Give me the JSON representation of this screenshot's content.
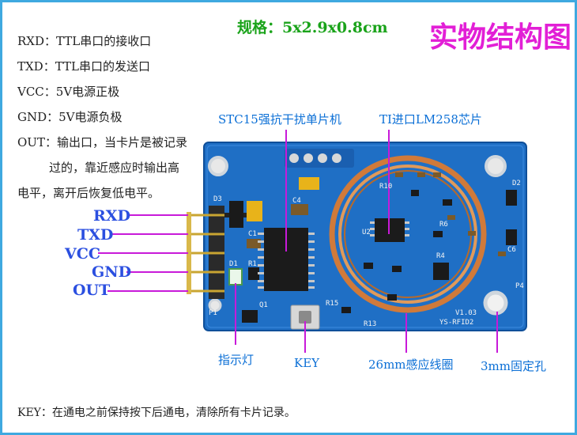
{
  "spec": "规格：5x2.9x0.8cm",
  "title": "实物结构图",
  "descriptions": [
    "RXD：TTL串口的接收口",
    "TXD：TTL串口的发送口",
    "VCC：5V电源正极",
    "GND：5V电源负极",
    "OUT：输出口，当卡片是被记录",
    "过的，靠近感应时输出高",
    "电平，离开后恢复低电平。"
  ],
  "callouts": {
    "mcu": "STC15强抗干扰单片机",
    "chip": "TI进口LM258芯片",
    "indicator": "指示灯",
    "key": "KEY",
    "coil": "26mm感应线圈",
    "hole": "3mm固定孔"
  },
  "pins": [
    "RXD",
    "TXD",
    "VCC",
    "GND",
    "OUT"
  ],
  "footer": "KEY：在通电之前保持按下后通电，清除所有卡片记录。",
  "board_labels": {
    "d3": "D3",
    "c4": "C4",
    "c1": "C1",
    "d1": "D1",
    "r1": "R1",
    "p1": "P1",
    "q1": "Q1",
    "r15": "R15",
    "r13": "R13",
    "r10": "R10",
    "u2": "U2",
    "r4": "R4",
    "r6": "R6",
    "d2": "D2",
    "c6": "C6",
    "p4": "P4",
    "model": "YS-RFID2",
    "version": "V1.03"
  },
  "colors": {
    "border": "#3fa9e0",
    "title": "#e21fd6",
    "spec": "#1aa31a",
    "callout": "#0b6fd6",
    "pin_label": "#2b4fe0",
    "leader": "#c81ad9",
    "board": "#1f6fc5",
    "coil": "#d07a3a"
  }
}
